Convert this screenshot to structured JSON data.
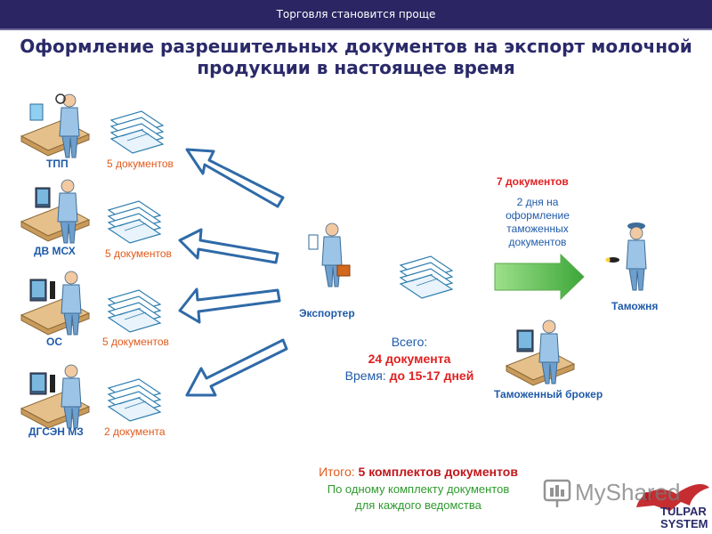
{
  "header": {
    "top_title": "Торговля становится проще"
  },
  "title": "Оформление разрешительных документов на экспорт молочной продукции в настоящее время",
  "agencies": [
    {
      "name": "ТПП",
      "docs": "5 документов"
    },
    {
      "name": "ДВ МСХ",
      "docs": "5 документов"
    },
    {
      "name": "ОС",
      "docs": "5 документов"
    },
    {
      "name": "ДГСЭН МЗ",
      "docs": "2 документа"
    }
  ],
  "exporter": {
    "label": "Экспортер"
  },
  "customs": {
    "docs": "7 документов",
    "days": "2 дня на оформление таможенных документов",
    "label": "Таможня",
    "broker_label": "Таможенный брокер"
  },
  "total": {
    "label": "Всего:",
    "docs": "24 документа",
    "time_label": "Время: ",
    "time_value": "до 15-17 дней"
  },
  "summary": {
    "line1_label": "Итого: ",
    "line1_value": "5 комплектов документов",
    "line2": "По одному комплекту документов",
    "line3": "для каждого ведомства"
  },
  "watermark": "MyShared",
  "logo": {
    "line1": "TULPAR",
    "line2": "SYSTEM"
  },
  "colors": {
    "header_bg": "#2b2563",
    "title": "#2a2a6a",
    "agency_label": "#1f5aa8",
    "docs_label": "#e05a1c",
    "highlight": "#e02020",
    "arrow_green": "#5cc04a"
  }
}
